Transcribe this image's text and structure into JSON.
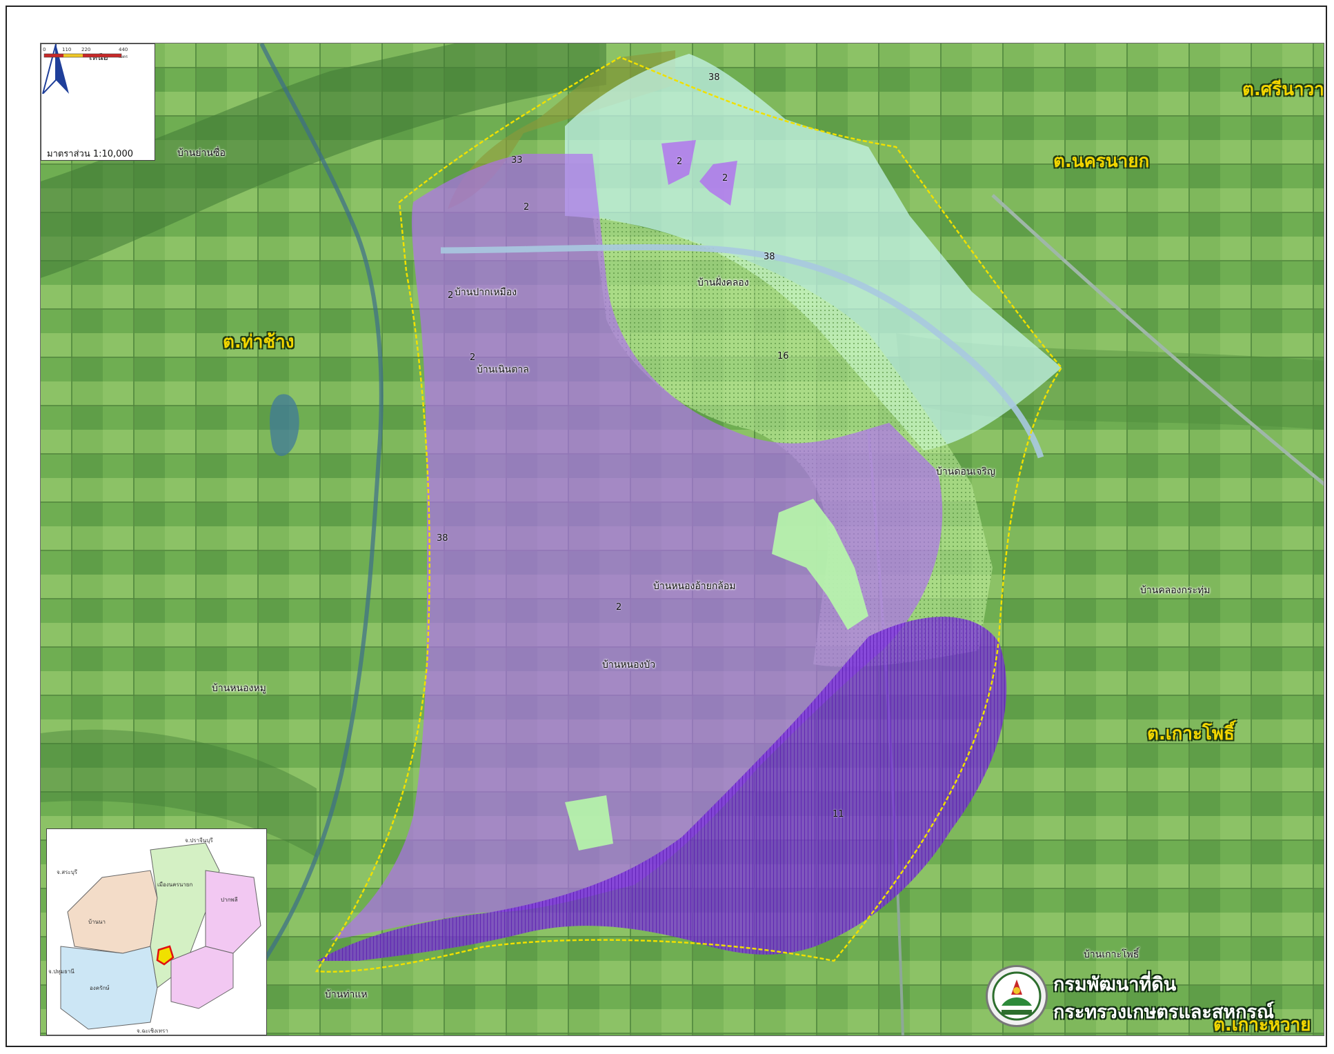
{
  "north": {
    "label": "เหนือ"
  },
  "scale": {
    "ticks": [
      "0",
      "110",
      "220",
      "440"
    ],
    "unit": "เมตร",
    "text": "มาตราส่วน 1:10,000"
  },
  "tambon_labels": [
    {
      "id": "sri-nawa",
      "text": "ต.ศรีนาวา"
    },
    {
      "id": "nakhon-nayok",
      "text": "ต.นครนายก"
    },
    {
      "id": "tha-chang",
      "text": "ต.ท่าช้าง"
    },
    {
      "id": "ko-pho",
      "text": "ต.เกาะโพธิ์"
    },
    {
      "id": "ko-wai",
      "text": "ต.เกาะหวาย"
    }
  ],
  "village_labels": [
    {
      "id": "ban-yan-sue",
      "text": "บ้านย่านซื่อ"
    },
    {
      "id": "ban-pak-muang",
      "text": "บ้านปากเหมือง"
    },
    {
      "id": "ban-noen-tan",
      "text": "บ้านเนินตาล"
    },
    {
      "id": "ban-fang-klong",
      "text": "บ้านฝั่งคลอง"
    },
    {
      "id": "ban-don-charoen",
      "text": "บ้านดอนเจริญ"
    },
    {
      "id": "ban-nong-ai-klom",
      "text": "บ้านหนองอ้ายกล้อม"
    },
    {
      "id": "ban-nong-bua",
      "text": "บ้านหนองบัว"
    },
    {
      "id": "ban-nong-mu",
      "text": "บ้านหนองหมู"
    },
    {
      "id": "ban-khlong-kra-thum",
      "text": "บ้านคลองกระทุ่ม"
    },
    {
      "id": "ban-tha-hae",
      "text": "บ้านท่าแห"
    },
    {
      "id": "ban-ko-pho",
      "text": "บ้านเกาะโพธิ์"
    }
  ],
  "unit_labels": [
    {
      "id": "u-38-top",
      "text": "38"
    },
    {
      "id": "u-2-a",
      "text": "2"
    },
    {
      "id": "u-2-b",
      "text": "2"
    },
    {
      "id": "u-33",
      "text": "33"
    },
    {
      "id": "u-2-c",
      "text": "2"
    },
    {
      "id": "u-38-canal",
      "text": "38"
    },
    {
      "id": "u-2-d",
      "text": "2"
    },
    {
      "id": "u-2-e",
      "text": "2"
    },
    {
      "id": "u-16",
      "text": "16"
    },
    {
      "id": "u-38-west",
      "text": "38"
    },
    {
      "id": "u-2-f",
      "text": "2"
    },
    {
      "id": "u-11",
      "text": "11"
    }
  ],
  "inset": {
    "labels": [
      "จ.ปราจีนบุรี",
      "จ.สระบุรี",
      "เมืองนครนายก",
      "ปากพลี",
      "บ้านนา",
      "องครักษ์",
      "จ.ปทุมธานี",
      "จ.ฉะเชิงเทรา"
    ]
  },
  "organization": {
    "line1": "กรมพัฒนาที่ดิน",
    "line2": "กระทรวงเกษตรและสหกรณ์"
  },
  "colors": {
    "purple_zone": "#b06ef0",
    "dark_purple_zone": "#7a2ee0",
    "light_green_zone": "#b8ffa8",
    "pale_cyan_zone": "#c8f7f0",
    "olive_zone": "#8a9a3a",
    "boundary": "#f0e000"
  }
}
